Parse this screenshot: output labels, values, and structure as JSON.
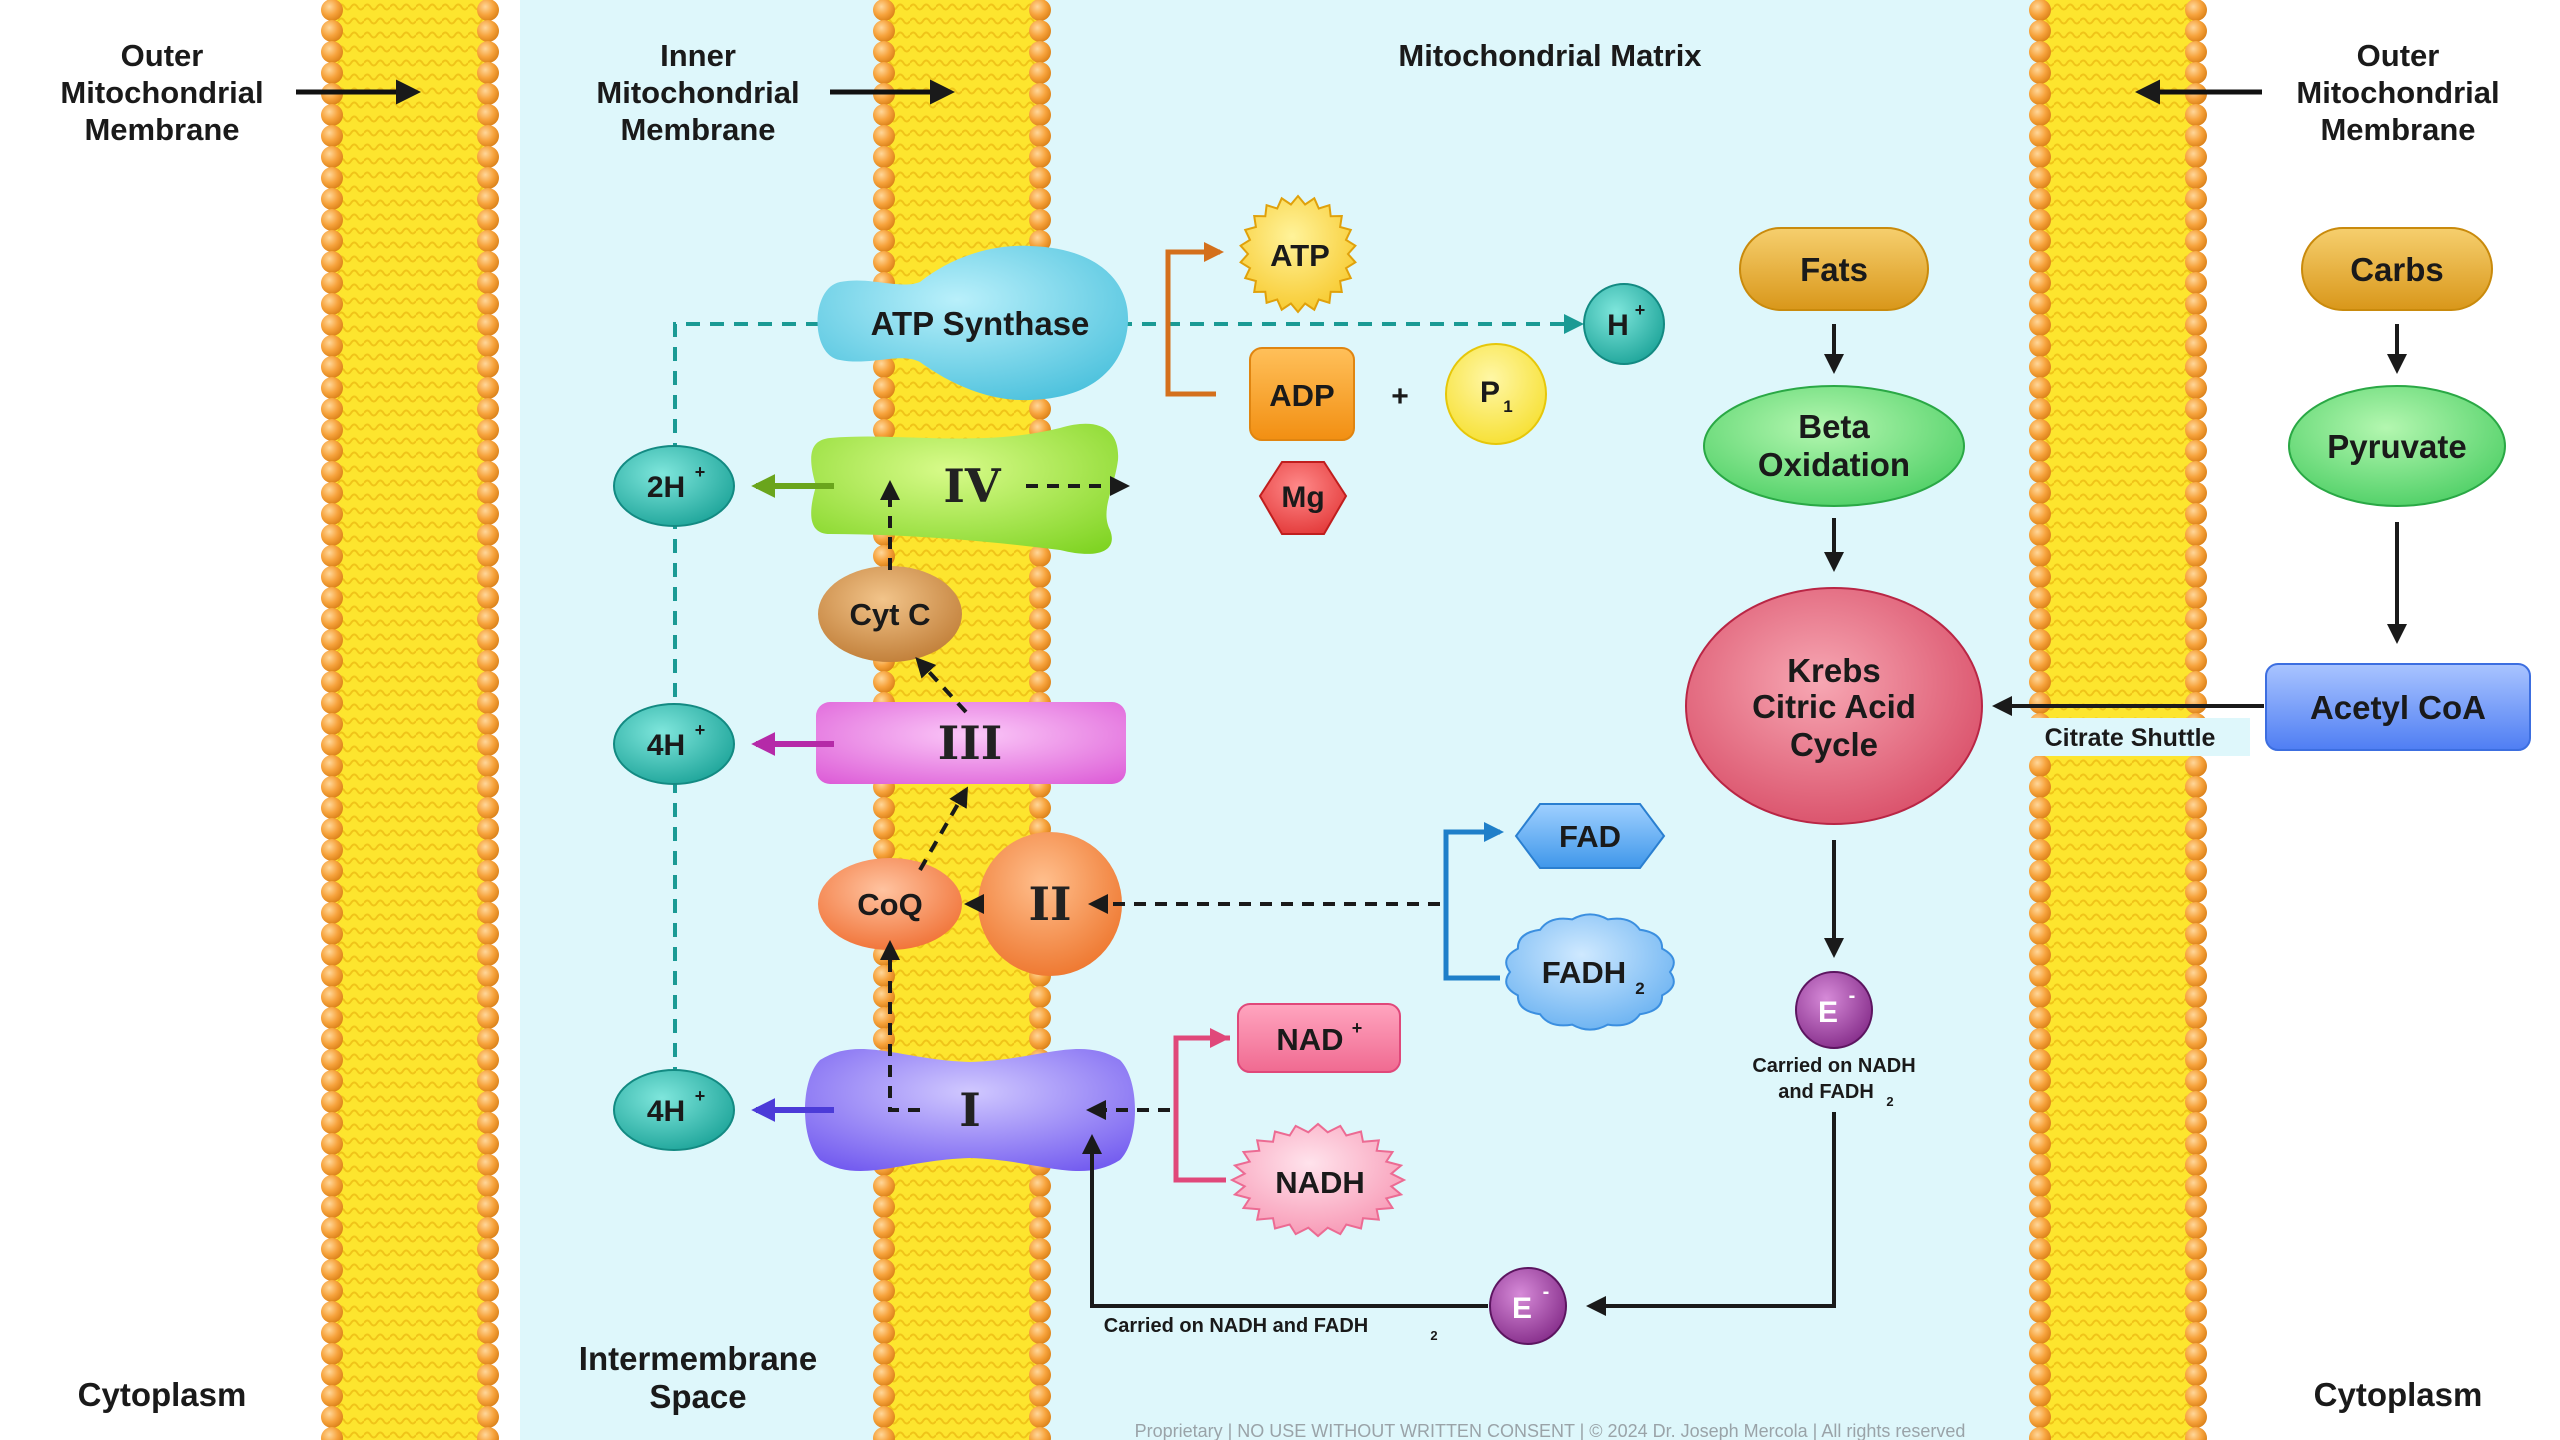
{
  "labels": {
    "outer_left": [
      "Outer",
      "Mitochondrial",
      "Membrane"
    ],
    "inner": [
      "Inner",
      "Mitochondrial",
      "Membrane"
    ],
    "matrix": "Mitochondrial Matrix",
    "outer_right": [
      "Outer",
      "Mitochondrial",
      "Membrane"
    ],
    "cytoplasm_left": "Cytoplasm",
    "cytoplasm_right": "Cytoplasm",
    "intermembrane": [
      "Intermembrane",
      "Space"
    ],
    "copyright": "Proprietary | NO USE WITHOUT WRITTEN CONSENT | © 2024 Dr. Joseph Mercola | All rights reserved"
  },
  "complexes": {
    "atp_synthase": "ATP Synthase",
    "iv": "IV",
    "cyt_c": "Cyt C",
    "iii": "III",
    "coq": "CoQ",
    "ii": "II",
    "i": "I"
  },
  "protons": {
    "two_h": "2H",
    "four_h_top": "4H",
    "four_h_bottom": "4H",
    "plus": "+",
    "h_plus": "H"
  },
  "molecules": {
    "atp": "ATP",
    "adp": "ADP",
    "plus_sign": "+",
    "pi_base": "P",
    "pi_sub": "1",
    "mg": "Mg",
    "fad": "FAD",
    "fadh2_base": "FADH",
    "fadh2_sub": "2",
    "nad_base": "NAD",
    "nad_sup": "+",
    "nadh": "NADH"
  },
  "pathway": {
    "fats": "Fats",
    "beta": [
      "Beta",
      "Oxidation"
    ],
    "krebs": [
      "Krebs",
      "Citric Acid",
      "Cycle"
    ],
    "carbs": "Carbs",
    "pyruvate": "Pyruvate",
    "acetyl": "Acetyl CoA",
    "citrate_shuttle": "Citrate Shuttle",
    "electron": "E",
    "electron_sup": "-",
    "carried_right": [
      "Carried on NADH",
      "and FADH"
    ],
    "carried_right_sub": "2",
    "carried_bottom": "Carried on NADH and FADH",
    "carried_bottom_sub": "2"
  },
  "colors": {
    "membrane": "#fde52e",
    "bead": "#f5a23a",
    "matrix": "#def7fb",
    "atp_synthase": "#5fcbe0",
    "complex_iv": "#9ee23a",
    "cyt_c": "#c98538",
    "complex_iii": "#e66ee0",
    "coq": "#f57d3c",
    "complex_ii": "#f27a35",
    "complex_i": "#7a66f2",
    "proton": "#22b0a6",
    "krebs": "#d94a63",
    "beta": "#4ed266",
    "fats": "#e3a21f",
    "acetyl": "#5b86f5",
    "electron": "#8a2f8f"
  }
}
